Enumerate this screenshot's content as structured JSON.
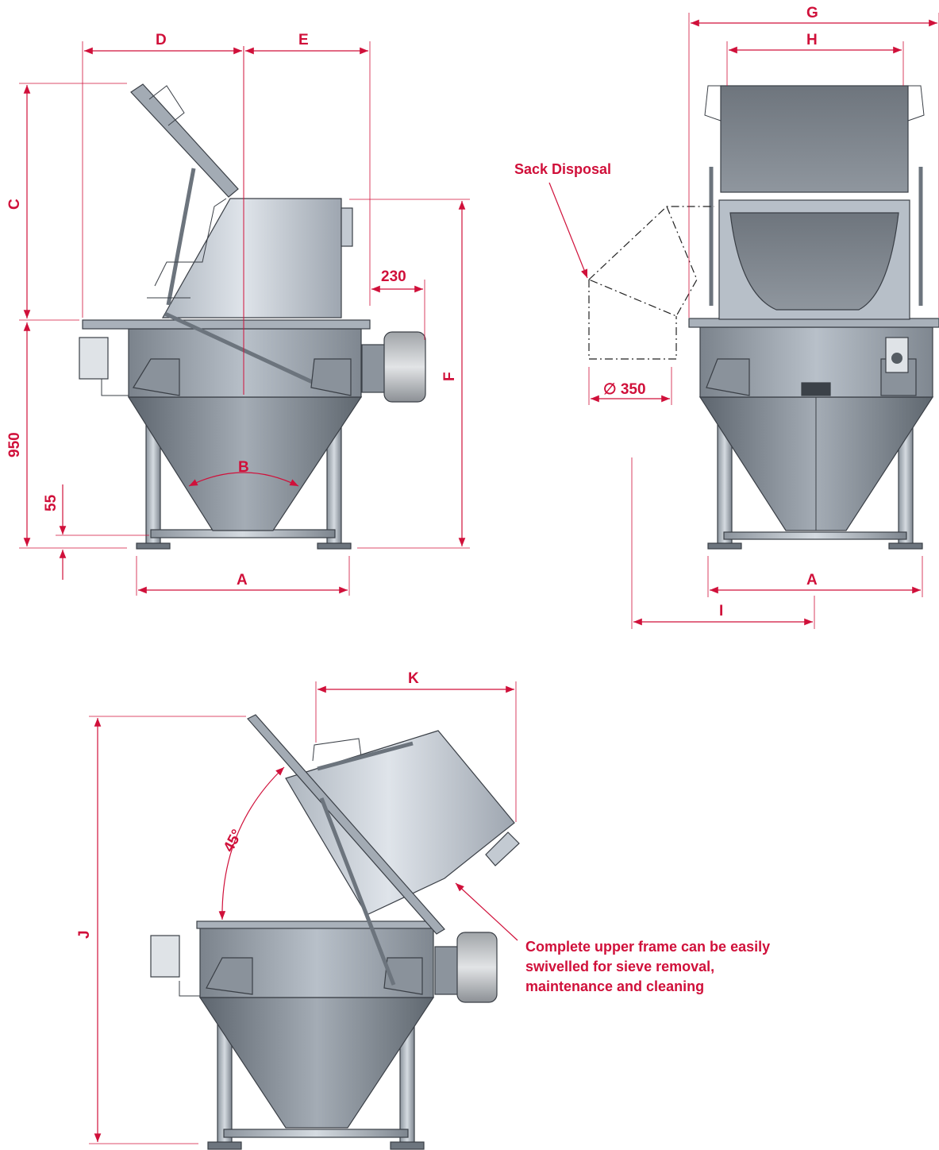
{
  "colors": {
    "accent": "#d0103a",
    "steel_light": "#c9d0d8",
    "steel_dark": "#6b737c",
    "motor": "#8f9398"
  },
  "dimension_labels": {
    "A": "A",
    "B": "B",
    "C": "C",
    "D": "D",
    "E": "E",
    "F": "F",
    "G": "G",
    "H": "H",
    "I": "I",
    "J": "J",
    "K": "K",
    "d230": "230",
    "d950": "950",
    "d55": "55",
    "d350": "∅ 350",
    "angle45": "45°"
  },
  "annotations": {
    "sack_disposal": "Sack Disposal",
    "swivel_line1": "Complete upper frame can be easily",
    "swivel_line2": "swivelled for sieve removal,",
    "swivel_line3": "maintenance and cleaning"
  }
}
